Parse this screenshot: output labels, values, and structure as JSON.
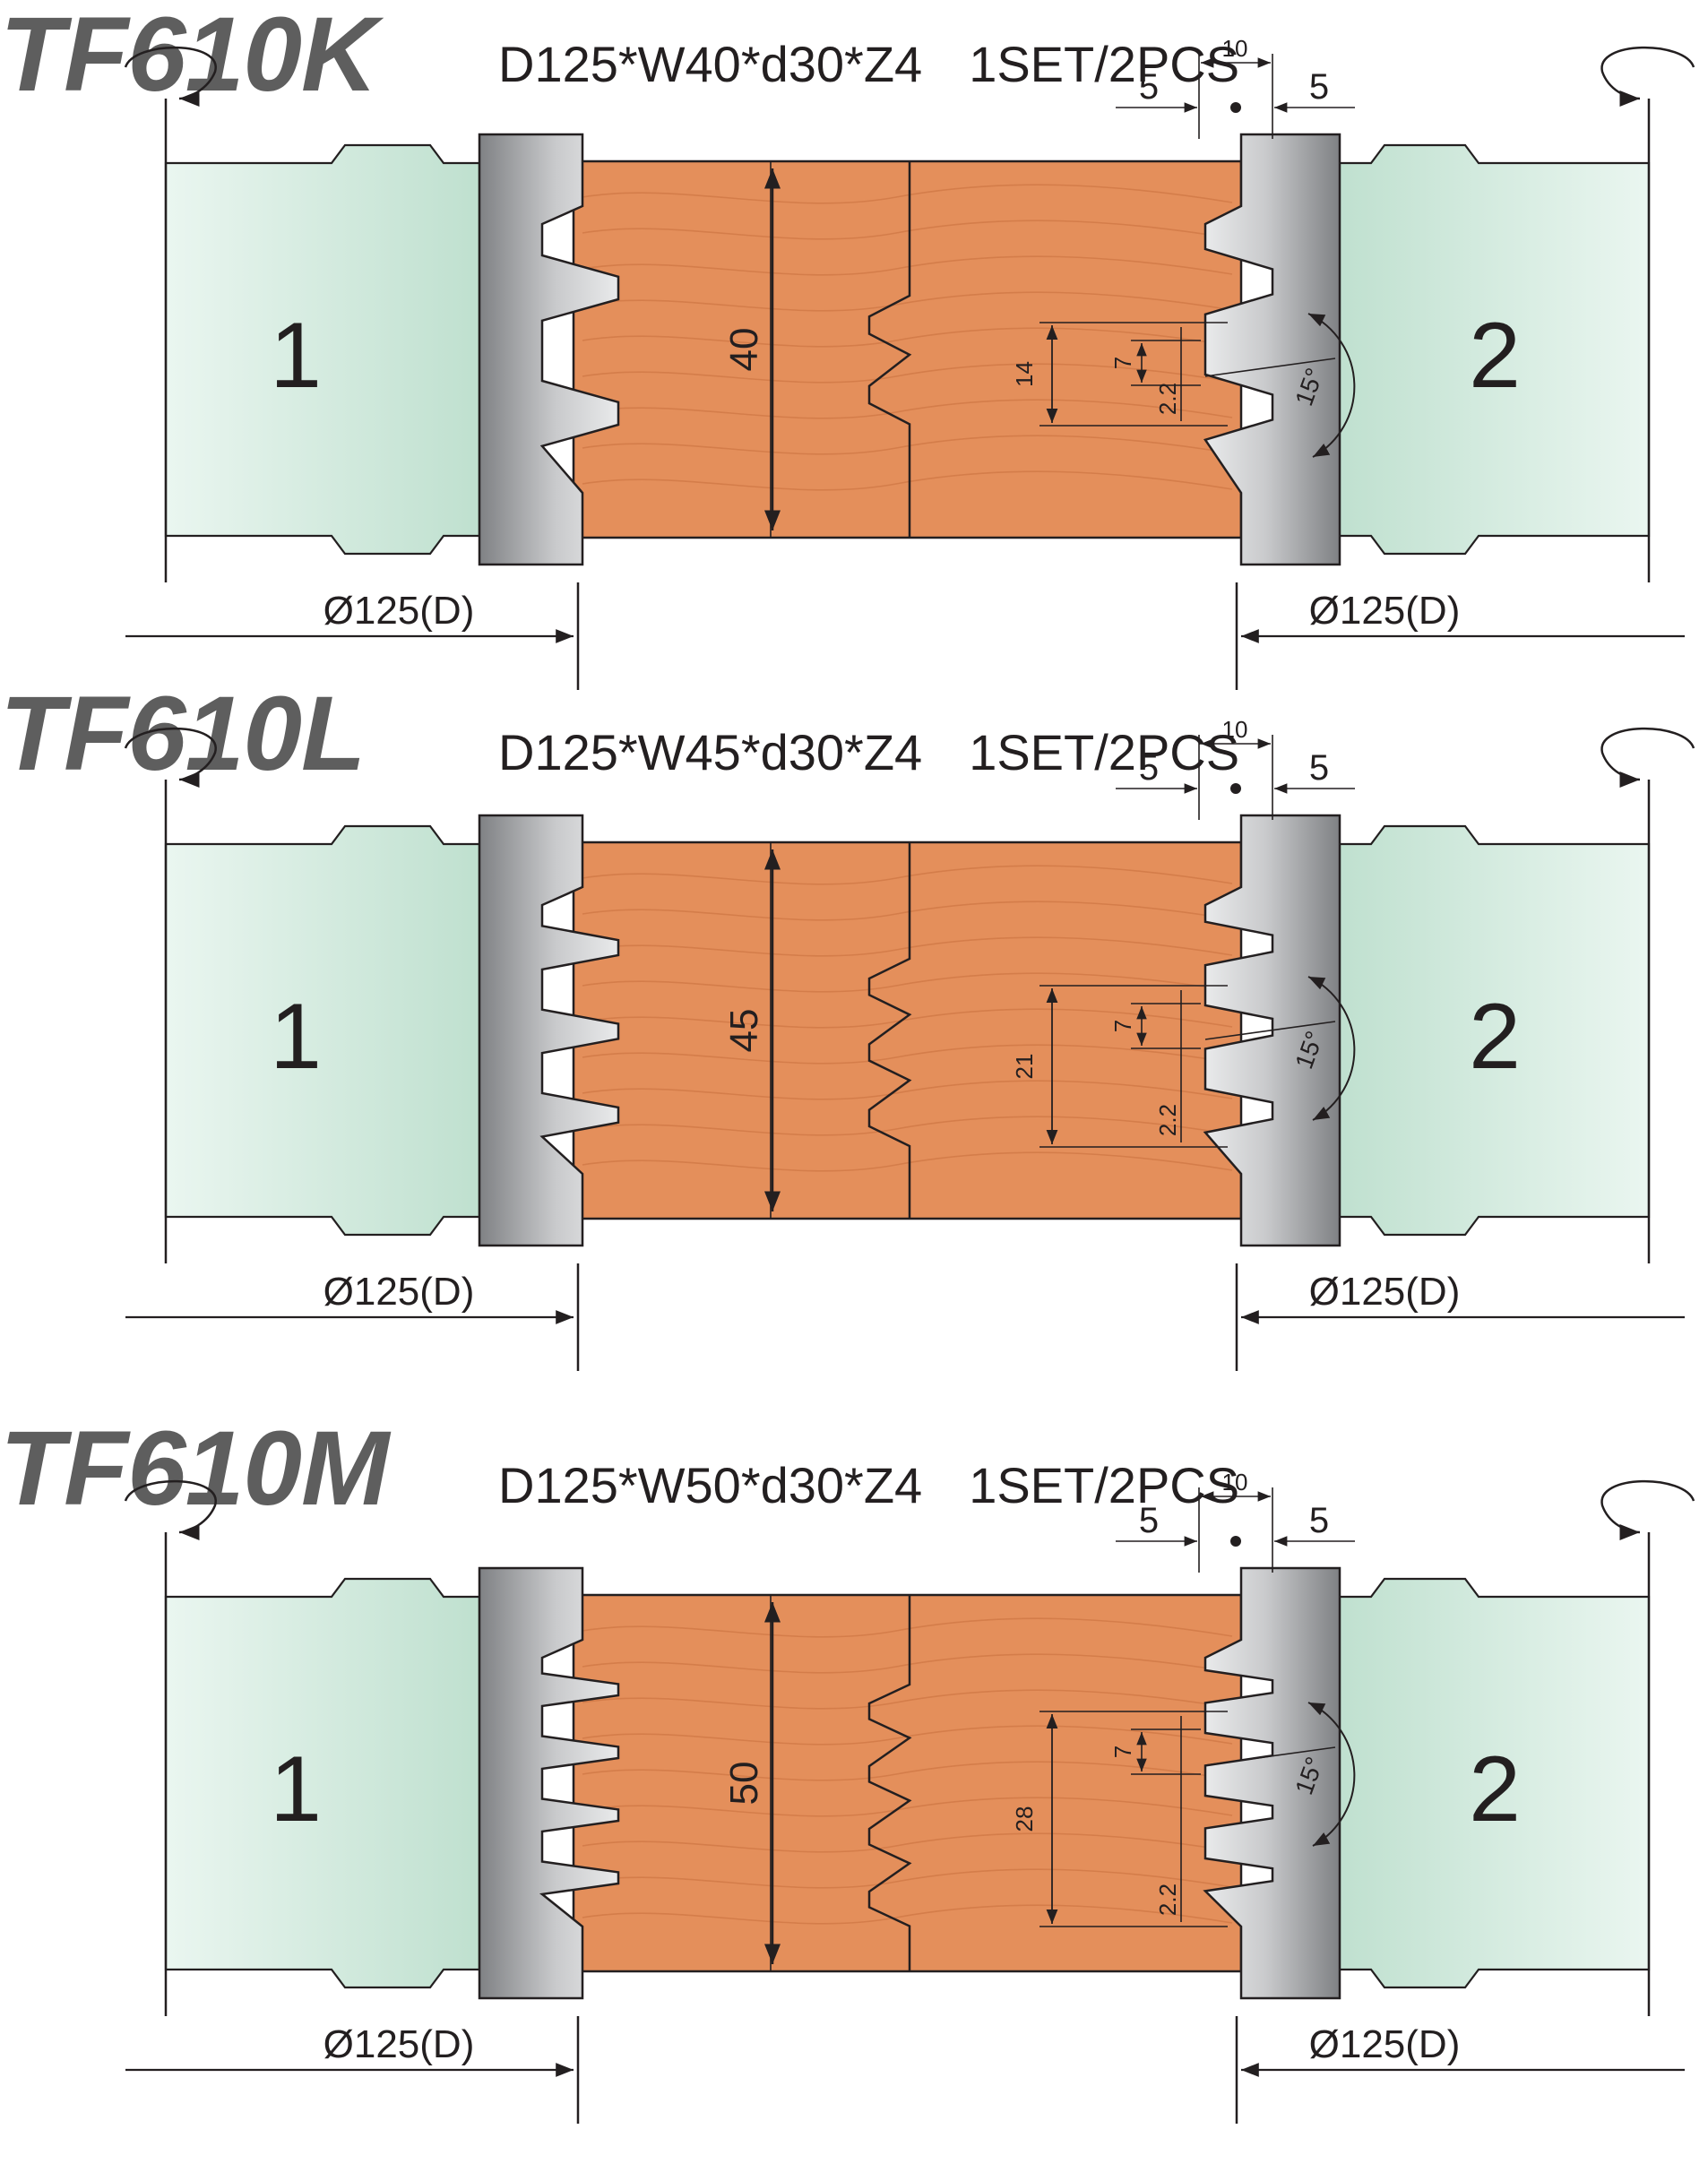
{
  "colors": {
    "wood": "#e48f5b",
    "wood_grain": "#c9723f",
    "shaft": "#d3ebe0",
    "cutter_steel": "#8a8c8f",
    "heading_gray": "#5e5e5e",
    "line": "#231f20"
  },
  "icons": {
    "rotation": "rotation-arrow-icon"
  },
  "sections": [
    {
      "model": "TF610K",
      "spec": {
        "dims": "D125*W40*d30*Z4",
        "qty": "1SET/2PCS"
      },
      "labels": {
        "cutter_left": "1",
        "cutter_right": "2",
        "width": "40",
        "joint_height": "14",
        "tooth_pitch": "7",
        "offset": "2.2",
        "angle": "15°",
        "top_span": "10",
        "left_gap": "5",
        "right_gap": "5",
        "diameter_left": "Ø125(D)",
        "diameter_right": "Ø125(D)"
      },
      "finger_pairs": 2
    },
    {
      "model": "TF610L",
      "spec": {
        "dims": "D125*W45*d30*Z4",
        "qty": "1SET/2PCS"
      },
      "labels": {
        "cutter_left": "1",
        "cutter_right": "2",
        "width": "45",
        "joint_height": "21",
        "tooth_pitch": "7",
        "offset": "2.2",
        "angle": "15°",
        "top_span": "10",
        "left_gap": "5",
        "right_gap": "5",
        "diameter_left": "Ø125(D)",
        "diameter_right": "Ø125(D)"
      },
      "finger_pairs": 3
    },
    {
      "model": "TF610M",
      "spec": {
        "dims": "D125*W50*d30*Z4",
        "qty": "1SET/2PCS"
      },
      "labels": {
        "cutter_left": "1",
        "cutter_right": "2",
        "width": "50",
        "joint_height": "28",
        "tooth_pitch": "7",
        "offset": "2.2",
        "angle": "15°",
        "top_span": "10",
        "left_gap": "5",
        "right_gap": "5",
        "diameter_left": "Ø125(D)",
        "diameter_right": "Ø125(D)"
      },
      "finger_pairs": 4
    }
  ]
}
